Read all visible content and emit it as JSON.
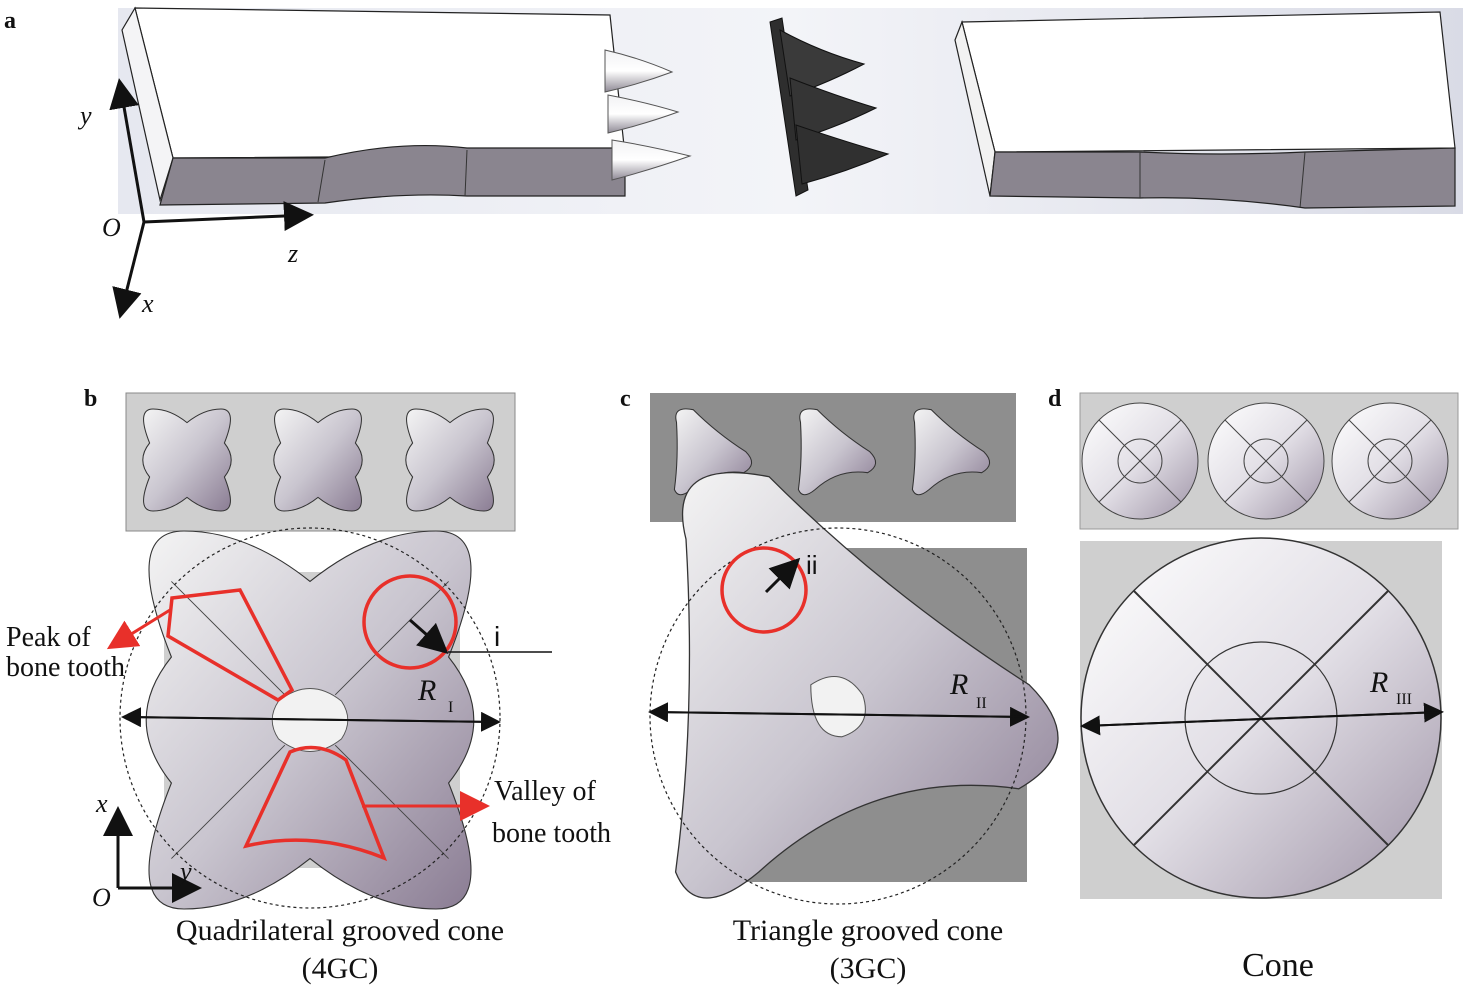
{
  "panels": {
    "a": {
      "label": "a",
      "axes": {
        "y": "y",
        "origin": "O",
        "z": "z",
        "x": "x"
      }
    },
    "b": {
      "label": "b",
      "radius_main": "R",
      "radius_sub": "I",
      "detail_marker": "i",
      "peak_label_1": "Peak of",
      "peak_label_2": "bone tooth",
      "valley_label_1": "Valley of",
      "valley_label_2": "bone tooth",
      "axes": {
        "x": "x",
        "y": "y",
        "origin": "O"
      },
      "caption_1": "Quadrilateral grooved cone",
      "caption_2": "(4GC)"
    },
    "c": {
      "label": "c",
      "radius_main": "R",
      "radius_sub": "II",
      "detail_marker": "ii",
      "caption_1": "Triangle grooved cone",
      "caption_2": "(3GC)"
    },
    "d": {
      "label": "d",
      "radius_main": "R",
      "radius_sub": "III",
      "caption_1": "Cone"
    }
  },
  "colors": {
    "highlight": "#e8302a",
    "bar_face": "#8a858f",
    "dark_part": "#2e2e2e"
  }
}
